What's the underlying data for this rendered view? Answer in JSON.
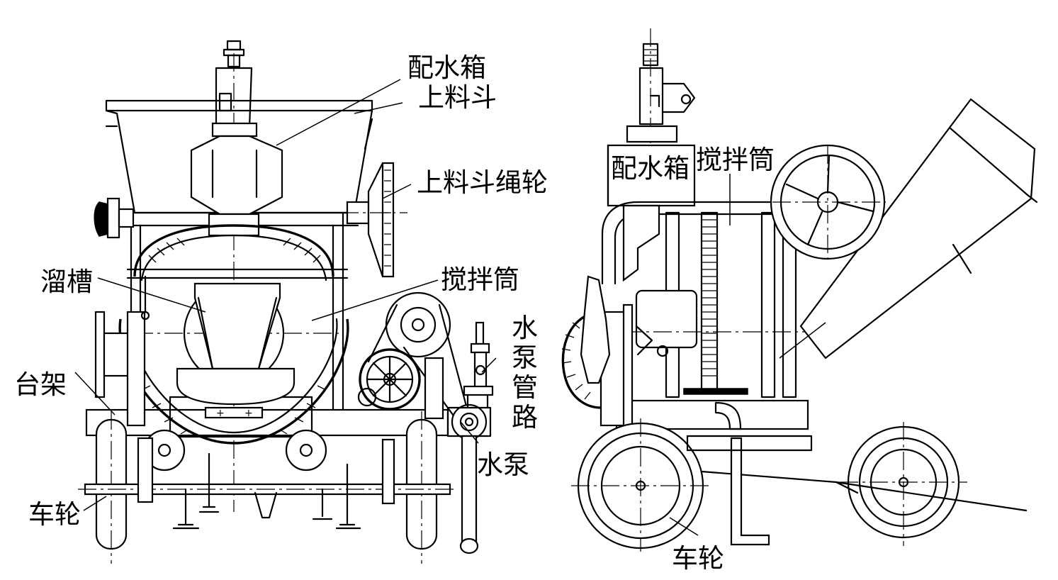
{
  "labels": {
    "water_tank": "配水箱",
    "hopper": "上料斗",
    "hopper_pulley": "上料斗绳轮",
    "mixing_drum": "搅拌筒",
    "chute": "溜槽",
    "water_pump_pipeline": "水泵管路",
    "water_pump_pipeline_chars": [
      "水",
      "泵",
      "管",
      "路"
    ],
    "frame": "台架",
    "water_pump": "水泵",
    "wheel": "车轮"
  },
  "icons": {
    "left_view": "machine-front-view-drawing",
    "right_view": "machine-side-view-drawing"
  }
}
